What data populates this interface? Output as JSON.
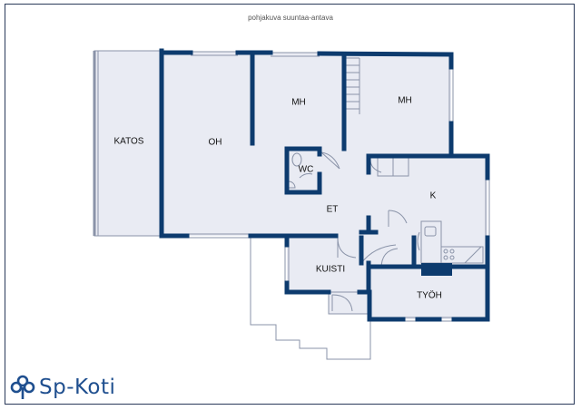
{
  "caption": "pohjakuva  suuntaa-antava",
  "rooms": {
    "katos": "KATOS",
    "oh": "OH",
    "mh1": "MH",
    "mh2": "MH",
    "wc": "WC",
    "et": "ET",
    "k": "K",
    "kuisti": "KUISTI",
    "tyoh": "TYÖH"
  },
  "logo": {
    "text": "Sp-Koti",
    "icon": "sp-koti-tree-logo-icon"
  },
  "colors": {
    "wall": "#0d3b6e",
    "floor": "#e9ebf3",
    "outline": "#8a93a8",
    "logo": "#1f4f8f"
  }
}
